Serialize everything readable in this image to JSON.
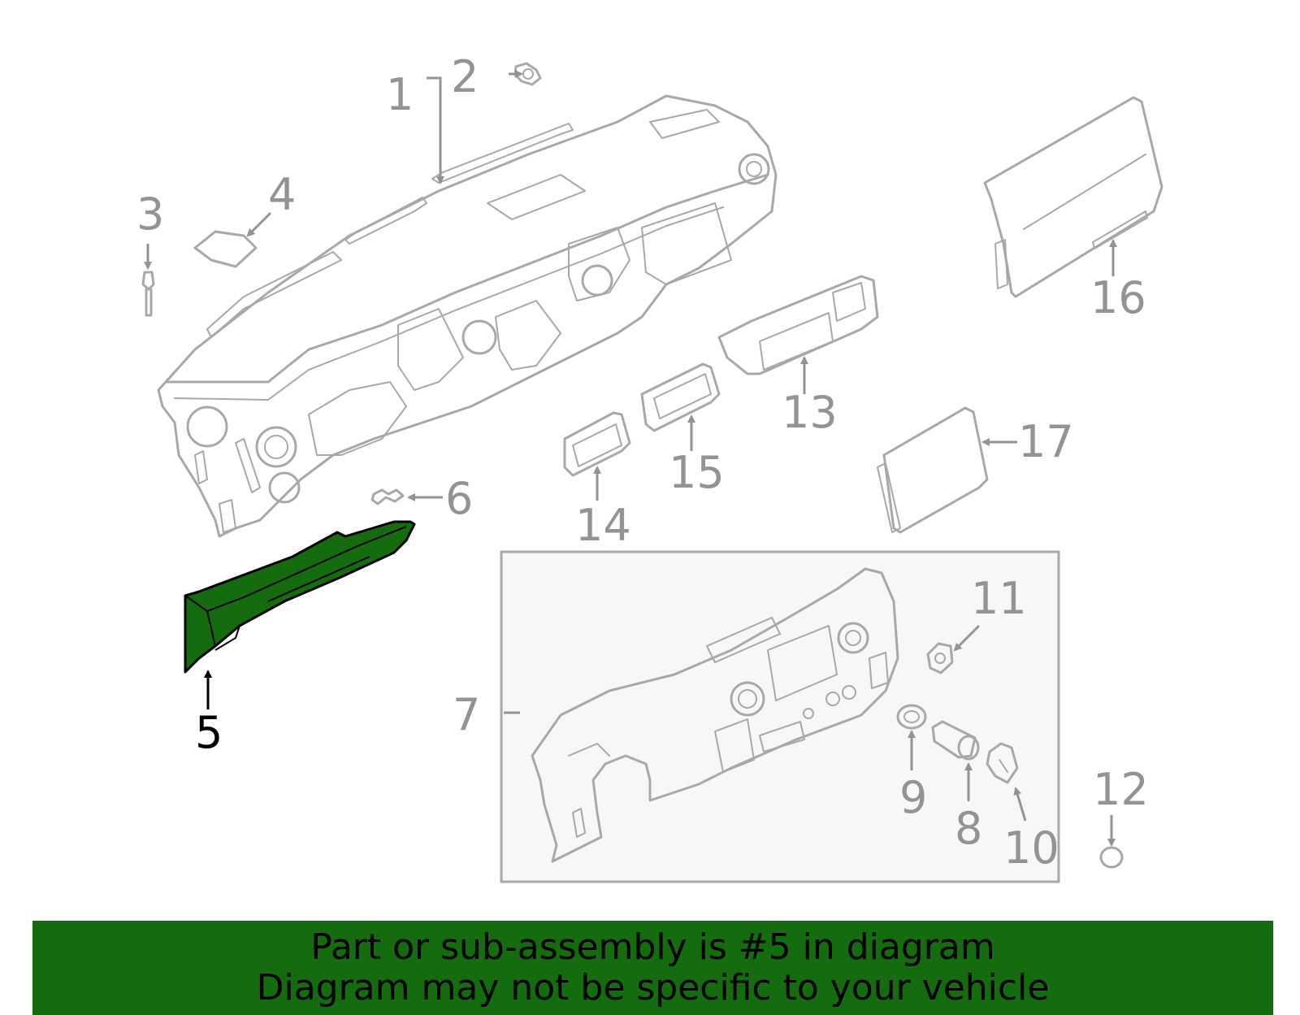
{
  "callouts": {
    "c1": "1",
    "c2": "2",
    "c3": "3",
    "c4": "4",
    "c5": "5",
    "c6": "6",
    "c7": "7",
    "c8": "8",
    "c9": "9",
    "c10": "10",
    "c11": "11",
    "c12": "12",
    "c13": "13",
    "c14": "14",
    "c15": "15",
    "c16": "16",
    "c17": "17"
  },
  "highlighted_part": "5",
  "colors": {
    "highlight_fill": "#146c0e",
    "banner_background": "#146c0e",
    "part_line": "#a8a8a8",
    "callout_text": "#939393",
    "active_callout_text": "#000000"
  },
  "banner": {
    "line1": "Part or sub-assembly is #5 in diagram",
    "line2": "Diagram may not be specific to your vehicle"
  }
}
